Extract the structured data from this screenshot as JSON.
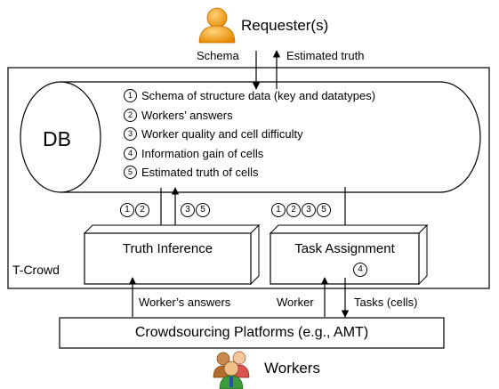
{
  "requester": {
    "label": "Requester(s)",
    "icon": "person-icon",
    "icon_color": "#f5a623"
  },
  "top_flows": {
    "schema": "Schema",
    "estimated_truth": "Estimated truth"
  },
  "db": {
    "label": "DB",
    "items": [
      {
        "num": "1",
        "text": "Schema of structure data (key and datatypes)"
      },
      {
        "num": "2",
        "text": "Workers’ answers"
      },
      {
        "num": "3",
        "text": "Worker quality and cell difficulty"
      },
      {
        "num": "4",
        "text": "Information gain of cells"
      },
      {
        "num": "5",
        "text": "Estimated truth of cells"
      }
    ]
  },
  "system_label": "T-Crowd",
  "left_flows": {
    "down_nums": [
      "1",
      "2"
    ],
    "up_nums": [
      "3",
      "5"
    ]
  },
  "right_flow": {
    "nums": [
      "1",
      "2",
      "3",
      "5"
    ]
  },
  "truth_inference": {
    "label": "Truth Inference"
  },
  "task_assignment": {
    "label": "Task Assignment",
    "badge": "4"
  },
  "bottom_flows": {
    "workers_answers": "Worker’s answers",
    "worker": "Worker",
    "tasks": "Tasks (cells)"
  },
  "platform": {
    "label": "Crowdsourcing Platforms (e.g., AMT)"
  },
  "workers": {
    "label": "Workers",
    "icon": "workers-group-icon"
  }
}
